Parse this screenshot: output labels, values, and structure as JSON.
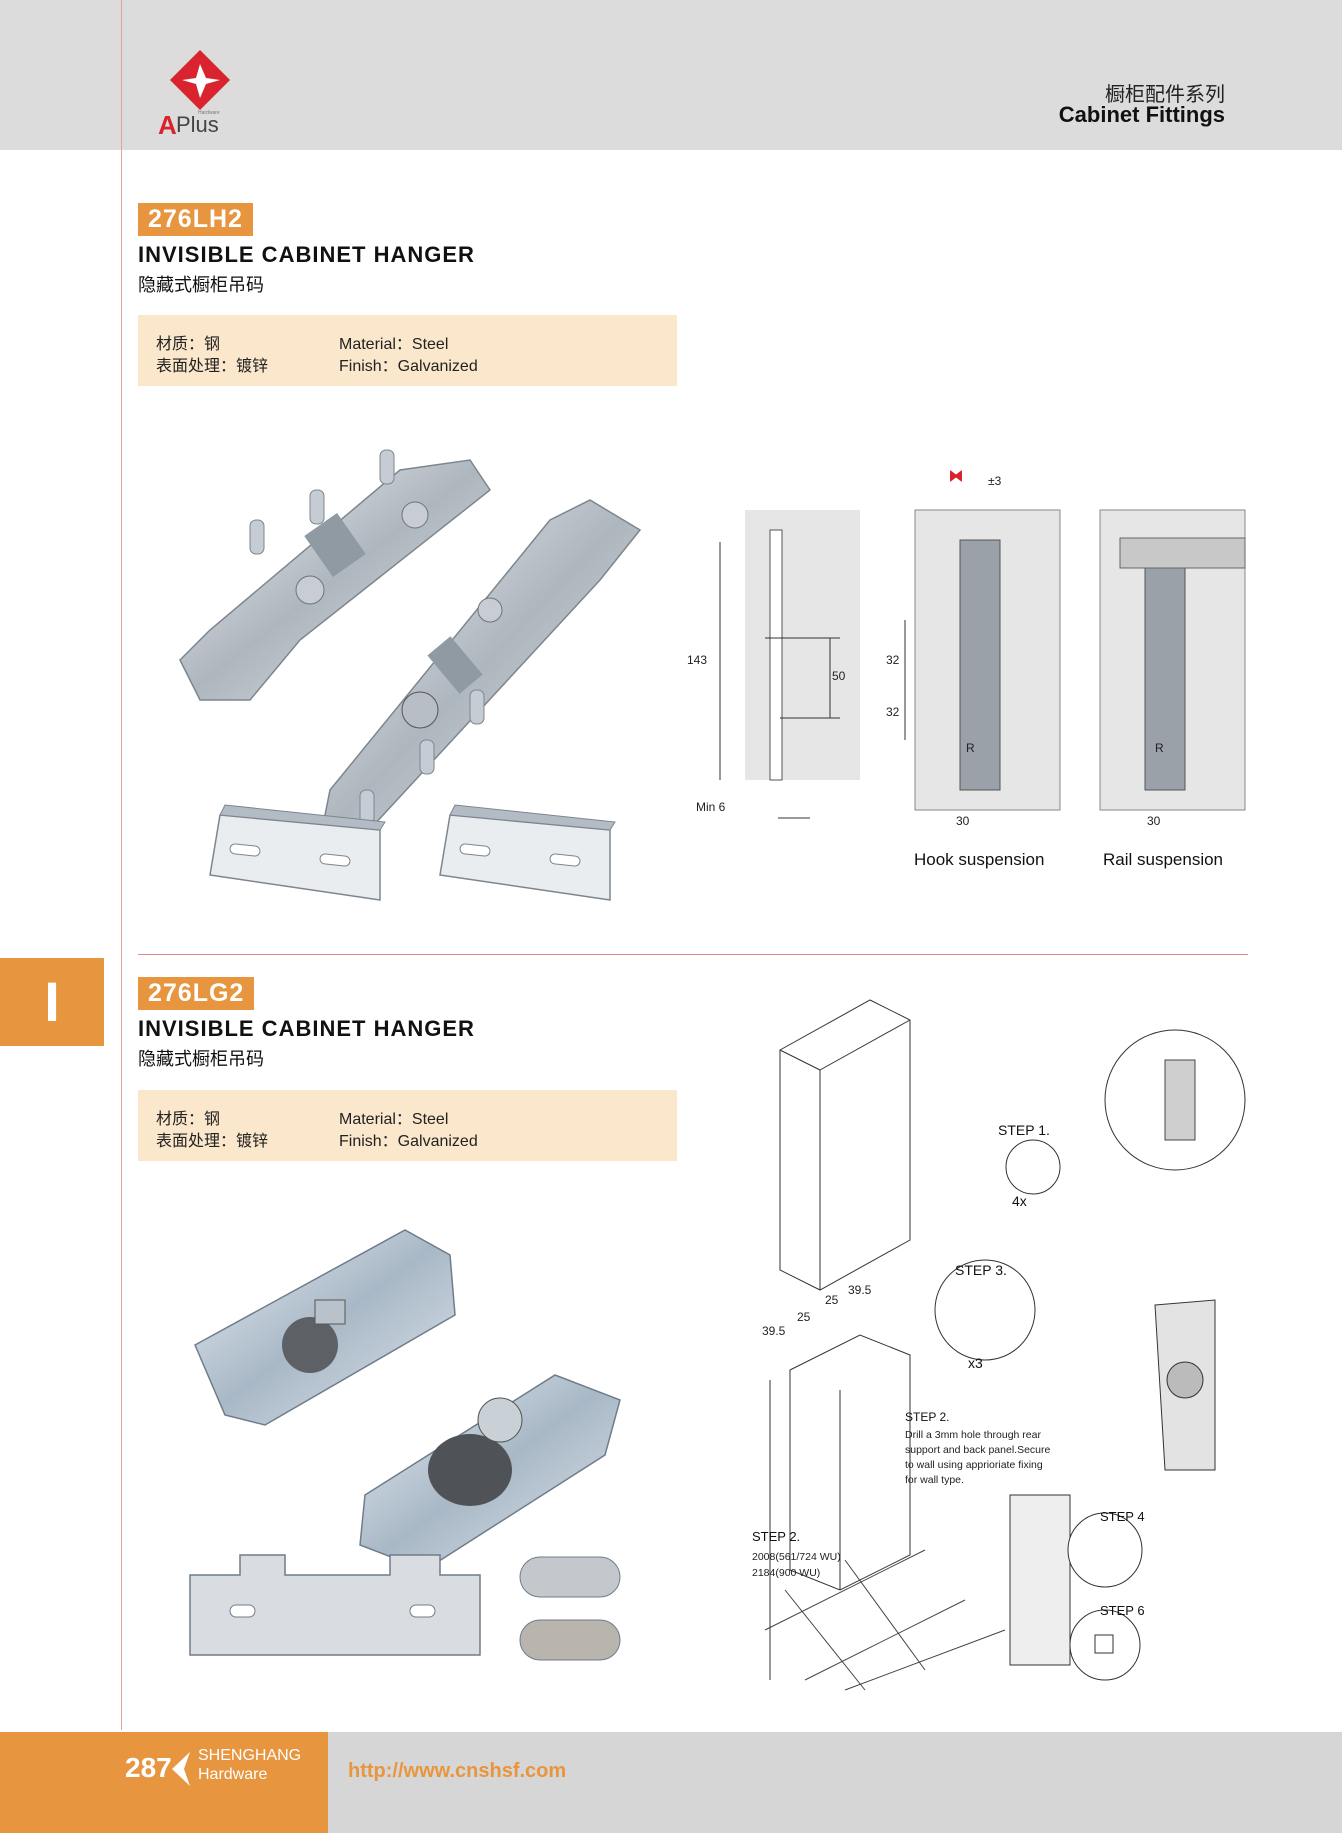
{
  "header": {
    "category_cn": "橱柜配件系列",
    "category_en": "Cabinet Fittings",
    "logo_text": "Plus",
    "logo_letter": "A",
    "logo_small": "Hardware"
  },
  "chapter_tab": "I",
  "products": [
    {
      "model": "276LH2",
      "title_en": "INVISIBLE CABINET HANGER",
      "title_cn": "隐藏式橱柜吊码",
      "material_cn": "材质：钢",
      "finish_cn": "表面处理：镀锌",
      "material_en": "Material：Steel",
      "finish_en": "Finish：Galvanized"
    },
    {
      "model": "276LG2",
      "title_en": "INVISIBLE CABINET HANGER",
      "title_cn": "隐藏式橱柜吊码",
      "material_cn": "材质：钢",
      "finish_cn": "表面处理：镀锌",
      "material_en": "Material：Steel",
      "finish_en": "Finish：Galvanized"
    }
  ],
  "diagram1": {
    "tolerance": "±3",
    "dim_143": "143",
    "dim_50": "50",
    "dim_32a": "32",
    "dim_32b": "32",
    "dim_min6": "Min 6",
    "dim_30a": "30",
    "dim_30b": "30",
    "mark_r1": "R",
    "mark_r2": "R",
    "caption_hook": "Hook suspension",
    "caption_rail": "Rail suspension"
  },
  "diagram2": {
    "step1": "STEP 1.",
    "qty_4x": "4x",
    "step3": "STEP 3.",
    "qty_x3": "x3",
    "dim_395a": "39.5",
    "dim_25a": "25",
    "dim_25b": "25",
    "dim_395b": "39.5",
    "step2_title": "STEP 2.",
    "step2_text_1": "Drill a 3mm hole through rear",
    "step2_text_2": "support and back panel.Secure",
    "step2_text_3": "to wall using apprioriate fixing",
    "step2_text_4": "for wall type.",
    "step2_left": "STEP 2.",
    "height_1": "2008(561/724 WU)",
    "height_2": "2184(900 WU)",
    "step4": "STEP 4",
    "step6": "STEP 6"
  },
  "footer": {
    "page_number": "287",
    "brand_line1": "SHENGHANG",
    "brand_line2": "Hardware",
    "url": "http://www.cnshsf.com"
  },
  "colors": {
    "accent": "#e8953f",
    "spec_bg": "#fbe8cc",
    "header_bg": "#dcdcdc",
    "rule": "#e08a8a"
  }
}
